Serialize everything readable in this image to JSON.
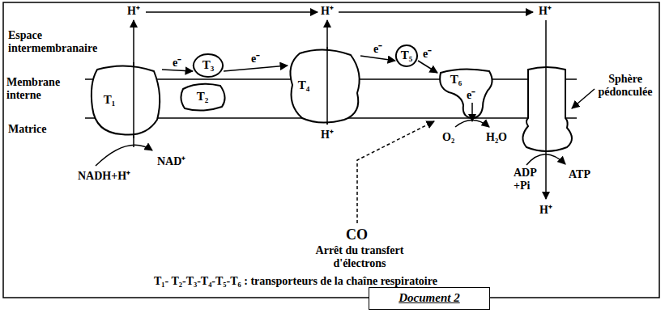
{
  "diagram": {
    "caption": "Document 2",
    "nodes": [
      {
        "text": [
          "T₁"
        ]
      },
      {
        "text": [
          "T₂"
        ]
      },
      {
        "text": [
          "T₃"
        ]
      },
      {
        "text": [
          "T₄"
        ]
      },
      {
        "text": [
          "T₅"
        ]
      },
      {
        "text": [
          "T₆"
        ]
      }
    ],
    "edges": [
      {
        "from": 0,
        "to": 2,
        "arrow": "to",
        "label": "e⁻"
      },
      {
        "from": 2,
        "to": 3,
        "arrow": "to",
        "label": "e⁻"
      },
      {
        "from": 3,
        "to": 4,
        "arrow": "to",
        "label": "e⁻"
      },
      {
        "from": 4,
        "to": 5,
        "arrow": "to",
        "label": "e⁻"
      }
    ],
    "labels": [
      "H⁺",
      "H⁺",
      "H⁺",
      "Espace intermembranaire",
      "Membrane interne",
      "Matrice",
      "Sphère pédonculée",
      "e⁻",
      "H⁺",
      "O₂",
      "H₂O",
      "NADH+H⁺",
      "NAD⁺",
      "ADP +Pi",
      "ATP",
      "H⁺",
      "CO",
      "Arrêt du transfert d'électrons",
      "T₁- T₂-T₃-T₄-T₅-T₆ : transporteurs de la chaîne respiratoire"
    ]
  }
}
